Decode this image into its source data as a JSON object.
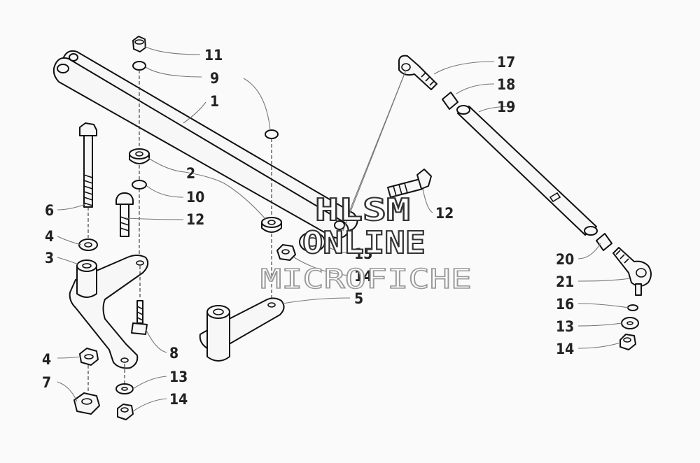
{
  "callouts": [
    "11",
    "9",
    "1",
    "2",
    "10",
    "12",
    "6",
    "4",
    "3",
    "8",
    "13",
    "14",
    "4",
    "7",
    "5",
    "15",
    "14",
    "12",
    "17",
    "18",
    "19",
    "20",
    "21",
    "16",
    "13",
    "14"
  ],
  "watermark": {
    "line1": "HLSM",
    "line2": "ONLINE",
    "line3": "MICROFICHE"
  }
}
